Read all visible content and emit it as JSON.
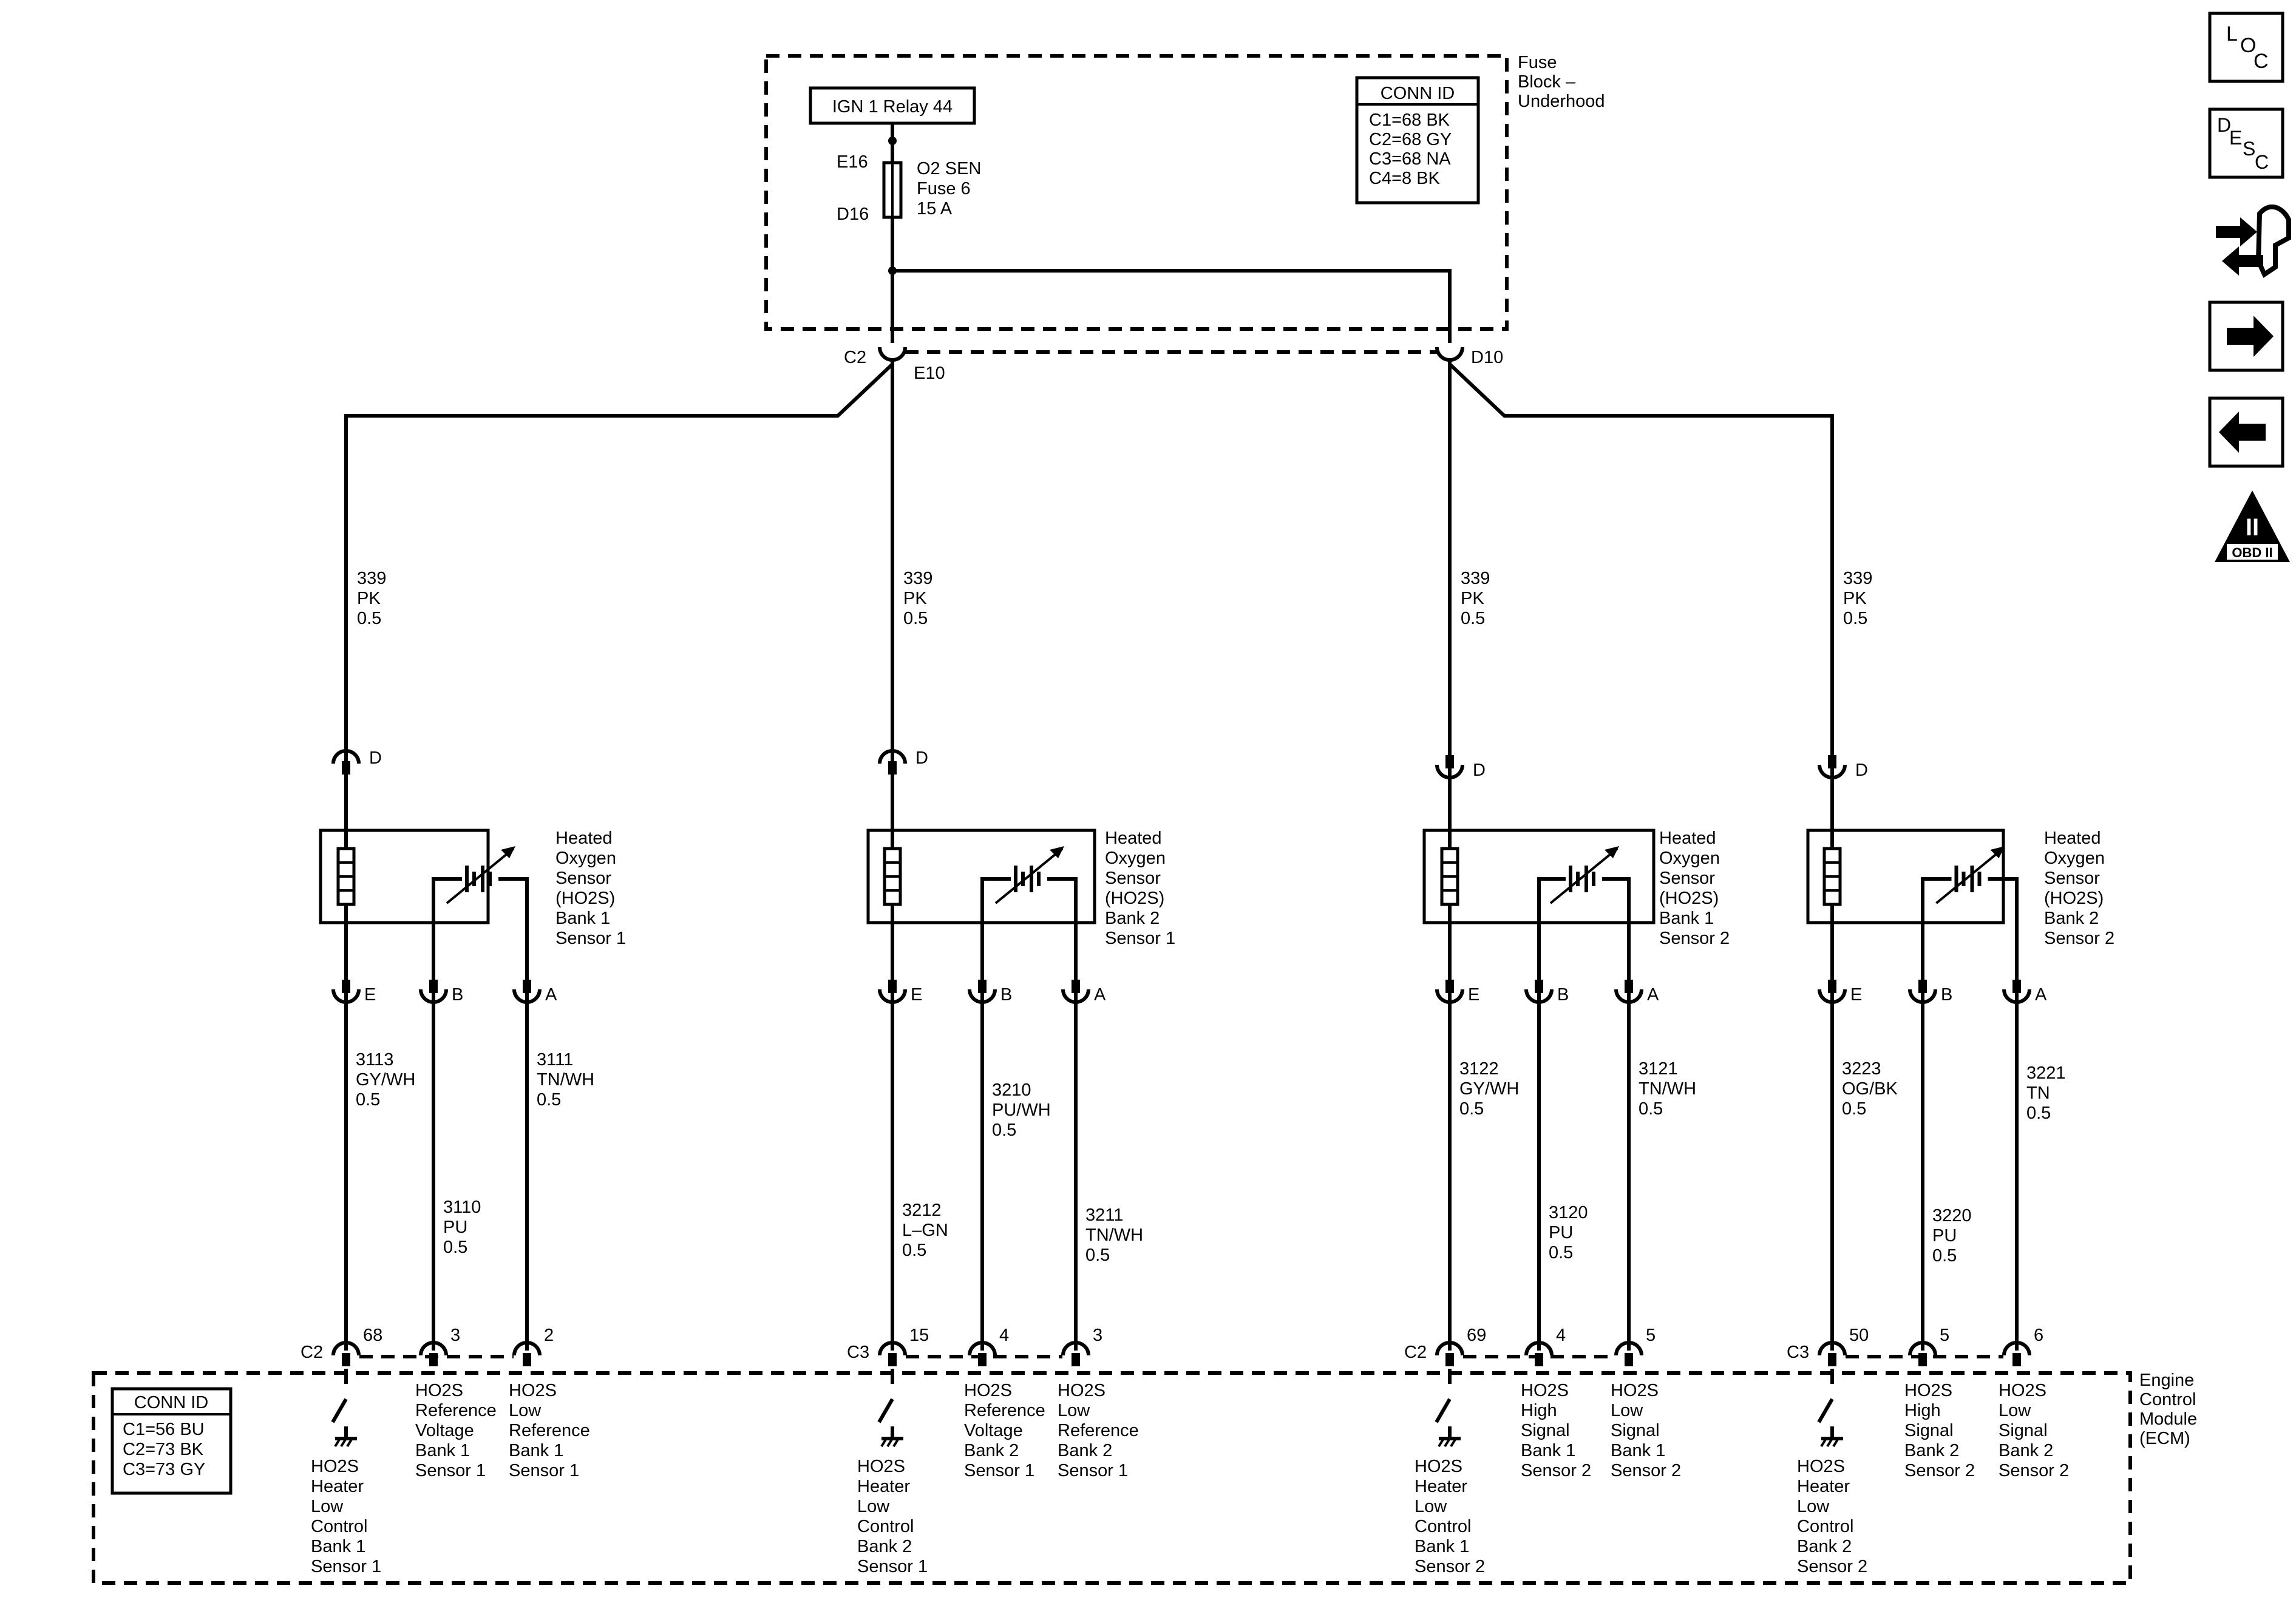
{
  "fuse_block": {
    "label": [
      "Fuse",
      "Block –",
      "Underhood"
    ],
    "relay": "IGN 1 Relay 44",
    "conn_id": {
      "title": "CONN ID",
      "rows": [
        "C1=68 BK",
        "C2=68 GY",
        "C3=68 NA",
        "C4=8 BK"
      ]
    },
    "fuse": {
      "in_pin": "E16",
      "out_pin": "D16",
      "lines": [
        "O2 SEN",
        "Fuse 6",
        "15 A"
      ]
    },
    "out_connector": "C2",
    "out_pin_left": "E10",
    "out_pin_right": "D10"
  },
  "ecm": {
    "label": [
      "Engine",
      "Control",
      "Module",
      "(ECM)"
    ],
    "conn_id": {
      "title": "CONN ID",
      "rows": [
        "C1=56 BU",
        "C2=73 BK",
        "C3=73 GY"
      ]
    }
  },
  "sensors": [
    {
      "name": [
        "Heated",
        "Oxygen",
        "Sensor",
        "(HO2S)",
        "Bank 1",
        "Sensor 1"
      ],
      "feed": {
        "pin": "D",
        "wire": [
          "339",
          "PK",
          "0.5"
        ]
      },
      "pins": [
        {
          "pin": "E",
          "wire": [
            "3113",
            "GY/WH",
            "0.5"
          ],
          "ecm_pin": "68",
          "ecm_label": [
            "HO2S",
            "Heater",
            "Low",
            "Control",
            "Bank 1",
            "Sensor 1"
          ]
        },
        {
          "pin": "B",
          "wire": [
            "3110",
            "PU",
            "0.5"
          ],
          "ecm_pin": "3",
          "ecm_label": [
            "HO2S",
            "Reference",
            "Voltage",
            "Bank 1",
            "Sensor 1"
          ]
        },
        {
          "pin": "A",
          "wire": [
            "3111",
            "TN/WH",
            "0.5"
          ],
          "ecm_pin": "2",
          "ecm_label": [
            "HO2S",
            "Low",
            "Reference",
            "Bank 1",
            "Sensor 1"
          ]
        }
      ],
      "ecm_connector": "C2"
    },
    {
      "name": [
        "Heated",
        "Oxygen",
        "Sensor",
        "(HO2S)",
        "Bank 2",
        "Sensor 1"
      ],
      "feed": {
        "pin": "D",
        "wire": [
          "339",
          "PK",
          "0.5"
        ]
      },
      "pins": [
        {
          "pin": "E",
          "wire": [
            "3212",
            "L–GN",
            "0.5"
          ],
          "ecm_pin": "15",
          "ecm_label": [
            "HO2S",
            "Heater",
            "Low",
            "Control",
            "Bank 2",
            "Sensor 1"
          ]
        },
        {
          "pin": "B",
          "wire": [
            "3210",
            "PU/WH",
            "0.5"
          ],
          "ecm_pin": "4",
          "ecm_label": [
            "HO2S",
            "Reference",
            "Voltage",
            "Bank 2",
            "Sensor 1"
          ]
        },
        {
          "pin": "A",
          "wire": [
            "3211",
            "TN/WH",
            "0.5"
          ],
          "ecm_pin": "3",
          "ecm_label": [
            "HO2S",
            "Low",
            "Reference",
            "Bank 2",
            "Sensor 1"
          ]
        }
      ],
      "ecm_connector": "C3"
    },
    {
      "name": [
        "Heated",
        "Oxygen",
        "Sensor",
        "(HO2S)",
        "Bank 1",
        "Sensor 2"
      ],
      "feed": {
        "pin": "D",
        "wire": [
          "339",
          "PK",
          "0.5"
        ]
      },
      "pins": [
        {
          "pin": "E",
          "wire": [
            "3122",
            "GY/WH",
            "0.5"
          ],
          "ecm_pin": "69",
          "ecm_label": [
            "HO2S",
            "Heater",
            "Low",
            "Control",
            "Bank 1",
            "Sensor 2"
          ]
        },
        {
          "pin": "B",
          "wire": [
            "3120",
            "PU",
            "0.5"
          ],
          "ecm_pin": "4",
          "ecm_label": [
            "HO2S",
            "High",
            "Signal",
            "Bank 1",
            "Sensor 2"
          ]
        },
        {
          "pin": "A",
          "wire": [
            "3121",
            "TN/WH",
            "0.5"
          ],
          "ecm_pin": "5",
          "ecm_label": [
            "HO2S",
            "Low",
            "Signal",
            "Bank 1",
            "Sensor 2"
          ]
        }
      ],
      "ecm_connector": "C2"
    },
    {
      "name": [
        "Heated",
        "Oxygen",
        "Sensor",
        "(HO2S)",
        "Bank 2",
        "Sensor 2"
      ],
      "feed": {
        "pin": "D",
        "wire": [
          "339",
          "PK",
          "0.5"
        ]
      },
      "pins": [
        {
          "pin": "E",
          "wire": [
            "3223",
            "OG/BK",
            "0.5"
          ],
          "ecm_pin": "50",
          "ecm_label": [
            "HO2S",
            "Heater",
            "Low",
            "Control",
            "Bank 2",
            "Sensor 2"
          ]
        },
        {
          "pin": "B",
          "wire": [
            "3220",
            "PU",
            "0.5"
          ],
          "ecm_pin": "5",
          "ecm_label": [
            "HO2S",
            "High",
            "Signal",
            "Bank 2",
            "Sensor 2"
          ]
        },
        {
          "pin": "A",
          "wire": [
            "3221",
            "TN",
            "0.5"
          ],
          "ecm_pin": "6",
          "ecm_label": [
            "HO2S",
            "Low",
            "Signal",
            "Bank 2",
            "Sensor 2"
          ]
        }
      ],
      "ecm_connector": "C3"
    }
  ],
  "nav": {
    "loc": [
      "L",
      "O",
      "C"
    ],
    "desc": [
      "D",
      "E",
      "S",
      "C"
    ],
    "obd": [
      "II",
      "OBD II"
    ],
    "icons": [
      "location-button-icon",
      "description-button-icon",
      "service-tool-icon",
      "next-arrow-icon",
      "previous-arrow-icon",
      "obd-ii-icon"
    ]
  }
}
